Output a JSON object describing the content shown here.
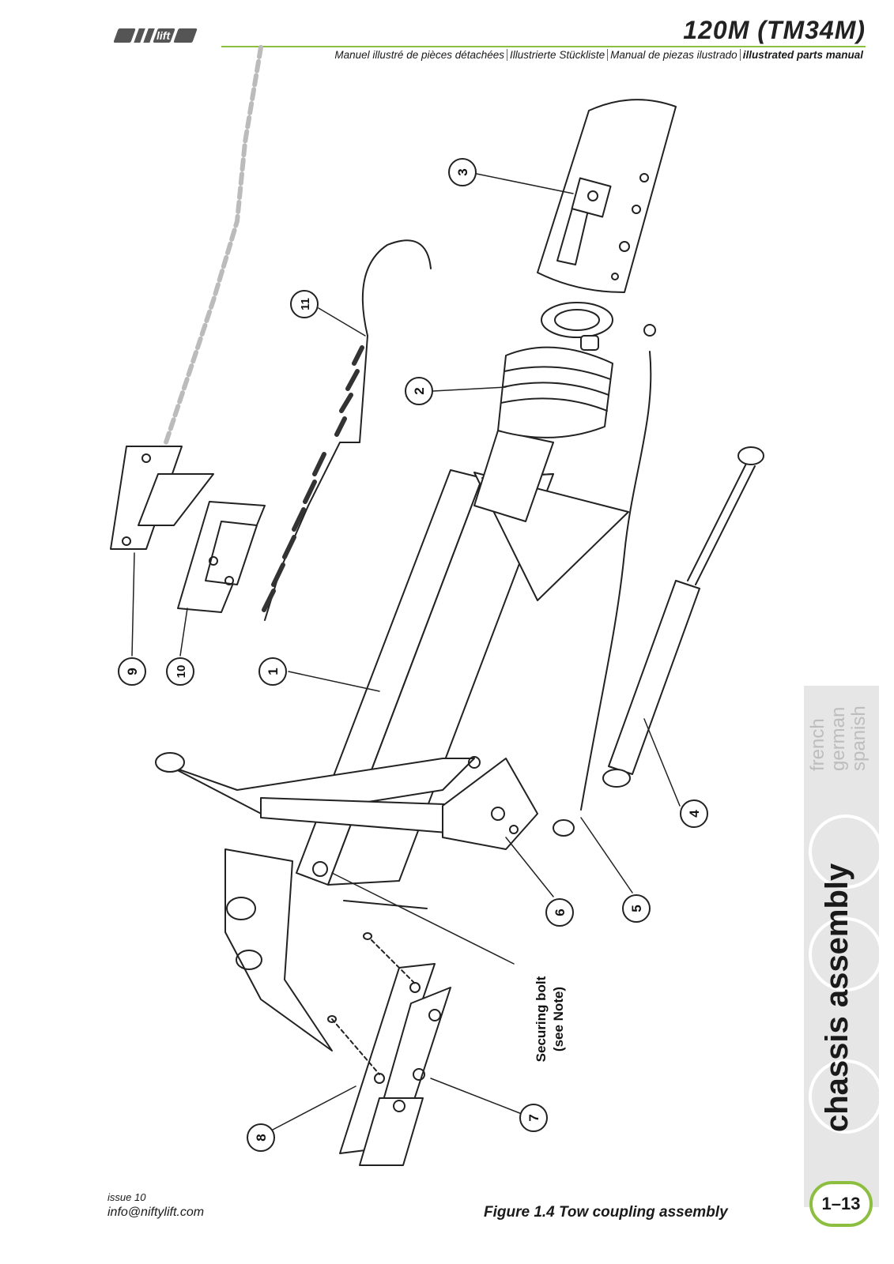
{
  "header": {
    "brand": "lift",
    "model": "120M (TM34M)",
    "subtitle_fr": "Manuel illustré de pièces détachées",
    "subtitle_de": "Illustrierte Stückliste",
    "subtitle_es": "Manual de piezas ilustrado",
    "subtitle_en": "illustrated parts manual"
  },
  "callouts": [
    "1",
    "2",
    "3",
    "4",
    "5",
    "6",
    "7",
    "8",
    "9",
    "10",
    "11"
  ],
  "note": {
    "line1": "Securing bolt",
    "line2": "(see Note)"
  },
  "side_tab": {
    "lang_fr": "french",
    "lang_de": "german",
    "lang_es": "spanish",
    "section": "chassis assembly"
  },
  "footer": {
    "issue": "issue 10",
    "email": "info@niftylift.com",
    "caption": "Figure 1.4  Tow coupling assembly",
    "page": "1–13"
  },
  "colors": {
    "accent": "#8cbf3f",
    "tab": "#e6e6e6"
  }
}
